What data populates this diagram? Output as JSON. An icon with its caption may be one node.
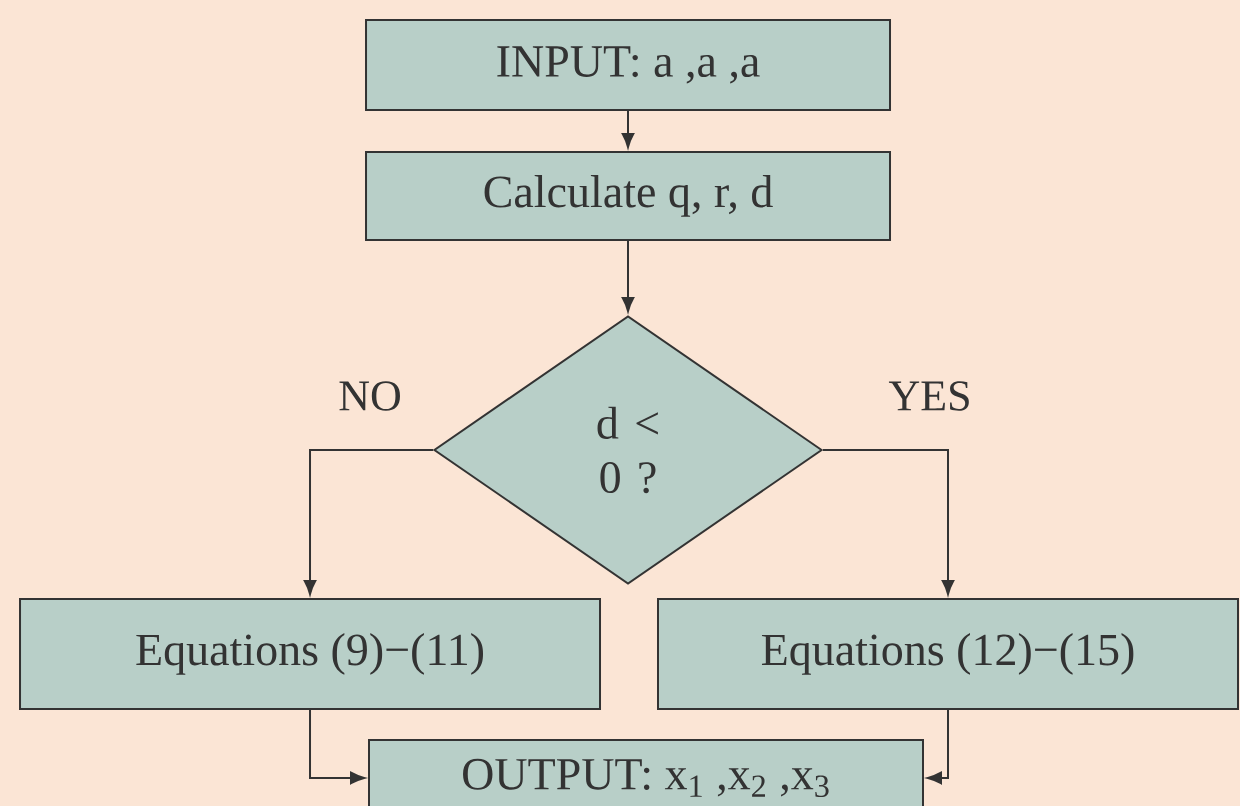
{
  "diagram": {
    "nodes": [
      {
        "text": [
          "INPUT: a ,a ,a"
        ]
      },
      {
        "text": [
          "Calculate q, r, d"
        ]
      },
      {
        "text": [
          "d < 0 ?"
        ]
      },
      {
        "text": [
          "Equations (9)−(11)"
        ]
      },
      {
        "text": [
          "Equations (12)−(15)"
        ]
      },
      {
        "text": [
          "OUTPUT: x$_{1}$ ,x$_{2}$ ,x$_{3}$"
        ]
      }
    ],
    "edges": [
      {
        "from": 0,
        "to": 1,
        "arrow": "to"
      },
      {
        "from": 1,
        "to": 2,
        "arrow": "to"
      },
      {
        "from": 2,
        "to": 3,
        "arrow": "to",
        "label": "NO"
      },
      {
        "from": 2,
        "to": 4,
        "arrow": "to",
        "label": "YES"
      },
      {
        "from": 3,
        "to": 5,
        "arrow": "to"
      },
      {
        "from": 4,
        "to": 5,
        "arrow": "to"
      }
    ]
  }
}
